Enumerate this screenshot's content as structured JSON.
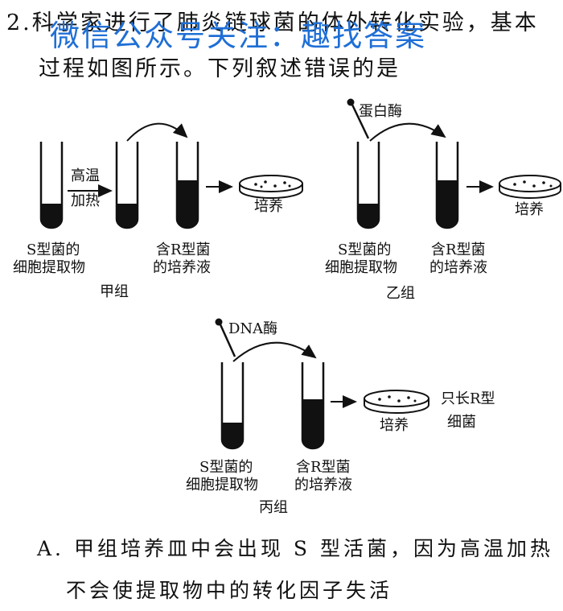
{
  "question": {
    "number": "2.",
    "stem_line1": "科学家进行了肺炎链球菌的体外转化实验，基本",
    "stem_line2": "过程如图所示。下列叙述错误的是"
  },
  "watermark": "微信公众号关注：趣找答案",
  "figure": {
    "heat_label_1": "高温",
    "heat_label_2": "加热",
    "s_extract_1": "S型菌的",
    "s_extract_2": "细胞提取物",
    "r_medium_1": "含R型菌",
    "r_medium_2": "的培养液",
    "culture": "培养",
    "protease": "蛋白酶",
    "dnase": "DNA酶",
    "only_r_1": "只长R型",
    "only_r_2": "细菌",
    "group_jia": "甲组",
    "group_yi": "乙组",
    "group_bing": "丙组"
  },
  "option_a": {
    "line1": "A. 甲组培养皿中会出现 S 型活菌，因为高温加热",
    "line2": "不会使提取物中的转化因子失活"
  }
}
